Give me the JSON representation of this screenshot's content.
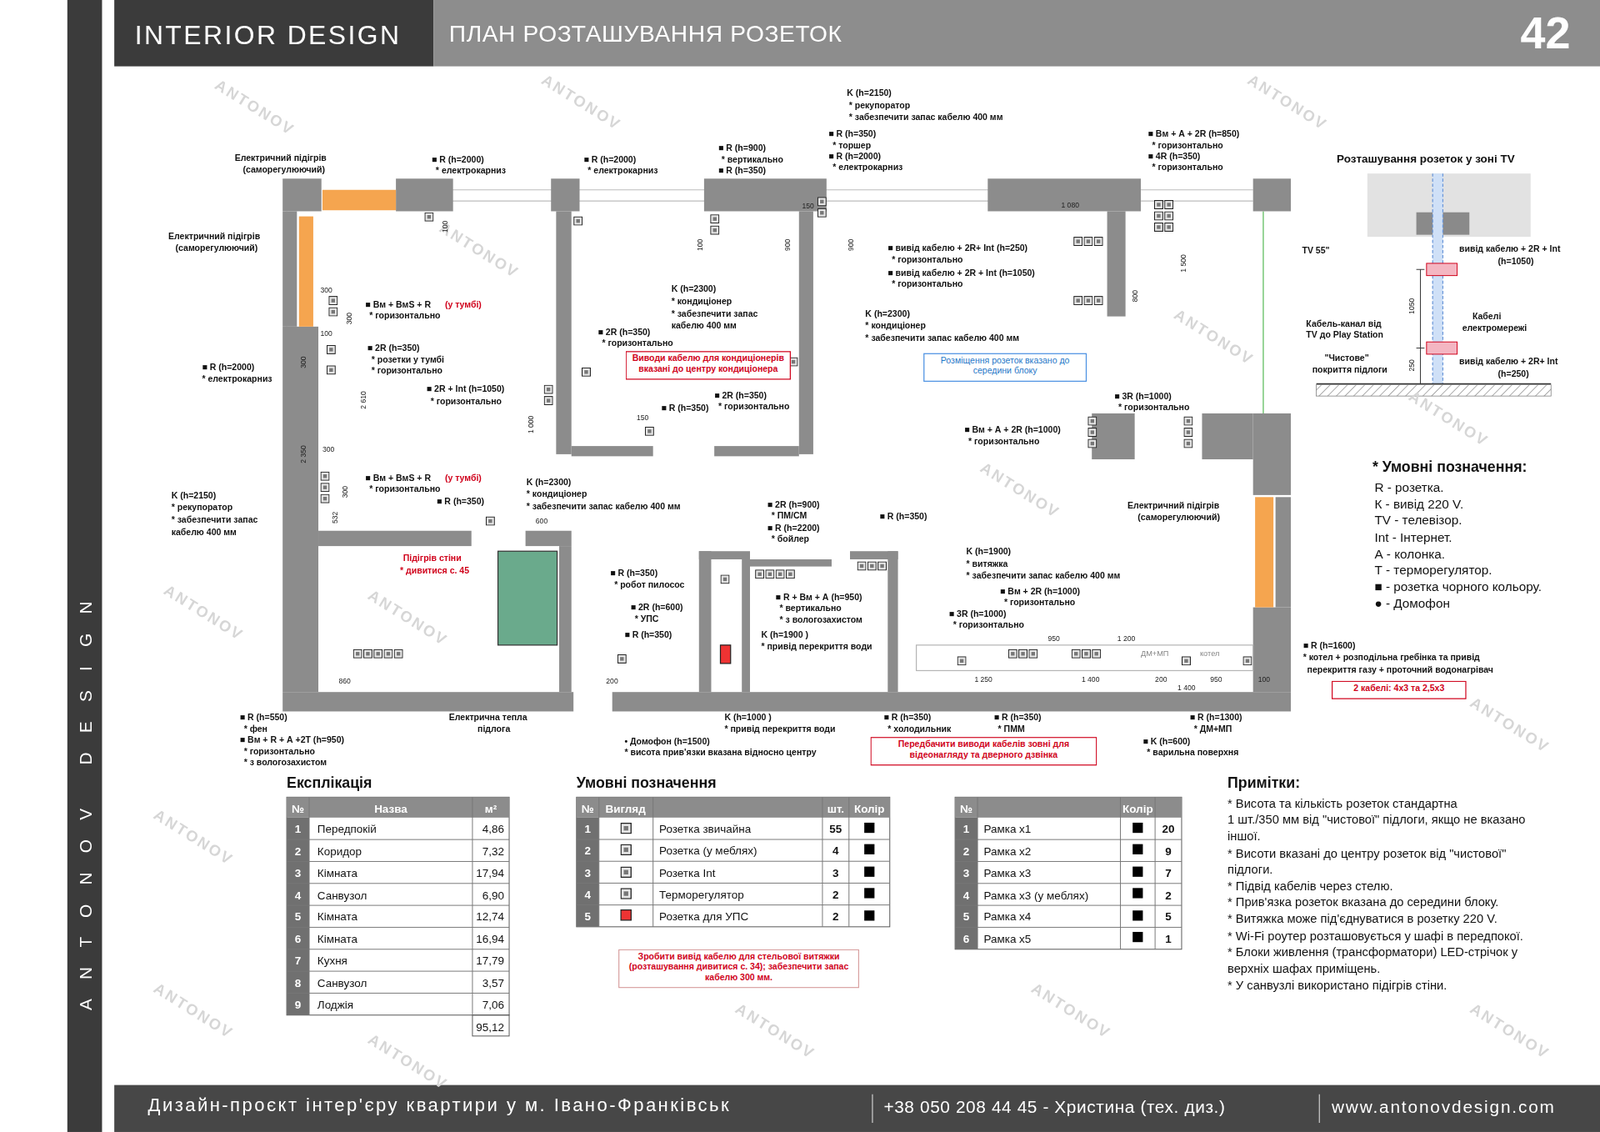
{
  "diagram": {
    "title": "ПЛАН РОЗТАШУВАННЯ РОЗЕТОК",
    "nodes": [
      {
        "text": [
          "Виводи кабелю для кондиціонерів вказані до центру кондиціонера"
        ]
      },
      {
        "text": [
          "Розміщення розеток вказано до середини блоку"
        ]
      },
      {
        "text": [
          "2 кабелі: 4х3 та 2,5х3"
        ]
      },
      {
        "text": [
          "Передбачити виводи кабелів зовні для відеонагляду та дверного дзвінка"
        ]
      },
      {
        "text": [
          "Зробити вивід кабелю для стельової витяжки (розташування дивитися с. 34); забезпечити запас кабелю 300 мм."
        ]
      }
    ],
    "labels": [
      "INTERIOR DESIGN",
      "42",
      "ANTONOV DESIGN",
      "Дизайн-проєкт інтер'єру квартири у м. Івано-Франківськ",
      "+38 050 208 44 45 - Христина (тех. диз.)",
      "www.antonovdesign.com",
      "Електричний підігрів",
      "(саморегулюючий)",
      "■ R (h=2000)",
      "* електрокарниз",
      "■ R (h=2000)",
      "* електрокарниз",
      "■ R (h=900)",
      "* вертикально",
      "■ R (h=350)",
      "■ R (h=350)",
      "* торшер",
      "■ R (h=2000)",
      "* електрокарниз",
      "K (h=2150)",
      "* рекупоратор",
      "* забезпечити запас кабелю 400 мм",
      "■ Вм + А + 2R (h=850)",
      "* горизонтально",
      "■ 4R (h=350)",
      "* горизонтально",
      "Електричний підігрів",
      "(саморегулюючий)",
      "■ Вм + ВмS + R",
      "(у тумбі)",
      "* горизонтально",
      "■ 2R (h=350)",
      "* розетки у тумбі",
      "* горизонтально",
      "■ R (h=2000)",
      "* електрокарниз",
      "■ 2R (h=350)",
      "* горизонтально",
      "K (h=2300)",
      "* кондиціонер",
      "* забезпечити запас",
      "кабелю 400 мм",
      "■ 2R + Int (h=1050)",
      "* горизонтально",
      "■ R (h=350)",
      "■ 2R (h=350)",
      "* горизонтально",
      "■ вивід кабелю + 2R+ Int (h=250)",
      "* горизонтально",
      "■ вивід кабелю + 2R + Int (h=1050)",
      "* горизонтально",
      "K (h=2300)",
      "* кондиціонер",
      "* забезпечити запас кабелю 400 мм",
      "■ 3R (h=1000)",
      "* горизонтально",
      "■ Вм + А + 2R (h=1000)",
      "* горизонтально",
      "K (h=2150)",
      "* рекупоратор",
      "* забезпечити запас",
      "кабелю 400 мм",
      "■ Вм + ВмS + R",
      "(у тумбі)",
      "* горизонтально",
      "■ R (h=350)",
      "K (h=2300)",
      "* кондиціонер",
      "* забезпечити запас кабелю 400 мм",
      "Підігрів стіни",
      "* дивитися с. 45",
      "■ 2R (h=900)",
      "* ПМ/СМ",
      "■ R (h=2200)",
      "* бойлер",
      "■ R (h=350)",
      "Електричний підігрів",
      "(саморегулюючий)",
      "K (h=1900)",
      "* витяжка",
      "* забезпечити запас кабелю 400 мм",
      "■ R (h=350)",
      "* робот пилосос",
      "■ 2R (h=600)",
      "* УПС",
      "■ R (h=350)",
      "■ R + Вм + А (h=950)",
      "* вертикально",
      "* з вологозахистом",
      "K (h=1900 )",
      "* привід перекриття води",
      "■ Вм + 2R (h=1000)",
      "* горизонтально",
      "■ 3R (h=1000)",
      "* горизонтально",
      "■ R (h=1600)",
      "* котел + розподільна гребінка та привід",
      "перекриття газу + проточний водонагрівач",
      "■ R (h=550)",
      "* фен",
      "■ Вм + R + А +2Т (h=950)",
      "* горизонтально",
      "* з вологозахистом",
      "Електрична тепла",
      "підлога",
      "• Домофон (h=1500)",
      "* висота прив'язки вказана відносно центру",
      "K (h=1000 )",
      "* привід перекриття води",
      "■ R (h=350)",
      "* холодильник",
      "■ R (h=350)",
      "* ПММ",
      "■ R (h=1300)",
      "* ДМ+МП",
      "■ K (h=600)",
      "* варильна поверхня",
      "100",
      "300",
      "300",
      "100",
      "300",
      "2 610",
      "300",
      "2 350",
      "300",
      "532",
      "100",
      "900",
      "150",
      "900",
      "1 080",
      "800",
      "1 500",
      "1 000",
      "150",
      "600",
      "860",
      "200",
      "950",
      "1 200",
      "1 250",
      "1 400",
      "200",
      "950",
      "100",
      "1 400",
      "ДМ+МП",
      "котел",
      "Розташування розеток у зоні TV",
      "TV 55\"",
      "вивід кабелю + 2R + Int",
      "(h=1050)",
      "Кабель-канал від",
      "TV до Play Station",
      "Кабелі",
      "електромережі",
      "\"Чистове\"",
      "покриття підлоги",
      "вивід кабелю + 2R+ Int",
      "(h=250)",
      "1050",
      "250",
      "* Умовні позначення:",
      "R - розетка.",
      "К - вивід 220 V.",
      "TV - телевізор.",
      "Int - Інтернет.",
      "А - колонка.",
      "Т - терморегулятор.",
      "■ - розетка чорного кольору.",
      "● - Домофон",
      "Експлікація",
      "№",
      "Назва",
      "м²",
      "1",
      "Передпокій",
      "4,86",
      "2",
      "Коридор",
      "7,32",
      "3",
      "Кімната",
      "17,94",
      "4",
      "Санвузол",
      "6,90",
      "5",
      "Кімната",
      "12,74",
      "6",
      "Кімната",
      "16,94",
      "7",
      "Кухня",
      "17,79",
      "8",
      "Санвузол",
      "3,57",
      "9",
      "Лоджія",
      "7,06",
      "95,12",
      "Умовні позначення",
      "№",
      "Вигляд",
      "шт.",
      "Колір",
      "1",
      "Розетка звичайна",
      "55",
      "2",
      "Розетка (у меблях)",
      "4",
      "3",
      "Розетка Int",
      "3",
      "4",
      "Терморегулятор",
      "2",
      "5",
      "Розетка для УПС",
      "2",
      "№",
      "Колір",
      "1",
      "Рамка х1",
      "20",
      "2",
      "Рамка х2",
      "9",
      "3",
      "Рамка х3",
      "7",
      "4",
      "Рамка х3 (у меблях)",
      "2",
      "5",
      "Рамка х4",
      "5",
      "6",
      "Рамка х5",
      "1",
      "Примітки:",
      "* Висота та кількість розеток стандартна",
      "1 шт./350 мм від \"чистової\" підлоги, якщо не вказано",
      "іншої.",
      "* Висоти вказані до центру розеток від \"чистової\"",
      "підлоги.",
      "* Підвід кабелів через стелю.",
      "* Прив'язка розеток вказана до середини блоку.",
      "* Витяжка може під'єднуватися в розетку 220 V.",
      "* Wi-Fi роутер розташовується у шафі в передпокої.",
      "* Блоки живлення (трансформатори) LED-стрічок у",
      "верхніх шафах приміщень.",
      "* У санвузлі використано підігрів стіни.",
      "ANTONOV",
      "ANTONOV",
      "ANTONOV",
      "ANTONOV",
      "ANTONOV",
      "ANTONOV",
      "ANTONOV",
      "ANTONOV",
      "ANTONOV",
      "ANTONOV",
      "ANTONOV",
      "ANTONOV",
      "ANTONOV",
      "ANTONOV",
      "ANTONOV",
      "ANTONOV"
    ]
  }
}
